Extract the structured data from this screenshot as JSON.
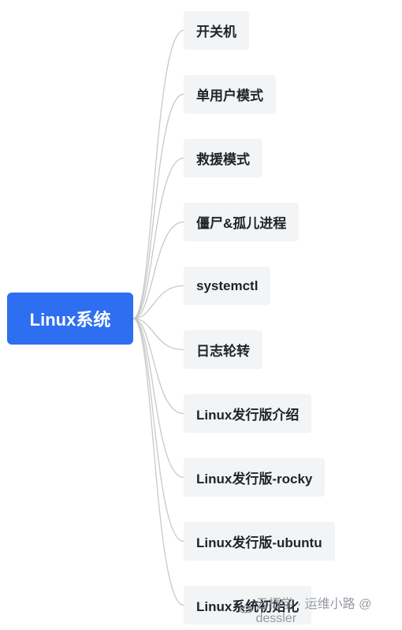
{
  "diagram": {
    "root": {
      "label": "Linux系统"
    },
    "children": [
      {
        "label": "开关机"
      },
      {
        "label": "单用户模式"
      },
      {
        "label": "救援模式"
      },
      {
        "label": "僵尸&孤儿进程"
      },
      {
        "label": "systemctl"
      },
      {
        "label": "日志轮转"
      },
      {
        "label": "Linux发行版介绍"
      },
      {
        "label": "Linux发行版-rocky"
      },
      {
        "label": "Linux发行版-ubuntu"
      },
      {
        "label": "Linux系统初始化"
      }
    ]
  },
  "watermark": {
    "text": "云栖学 · 运维小路 @ dessler"
  },
  "colors": {
    "root_bg": "#2d6ff0",
    "child_bg": "#f3f4f5",
    "link": "#c8c8c8"
  }
}
